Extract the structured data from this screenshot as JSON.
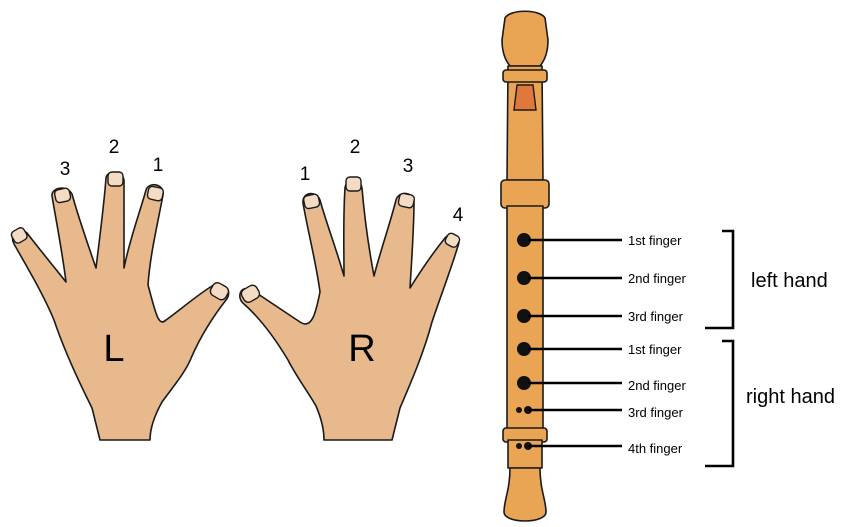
{
  "left_hand": {
    "letter": "L",
    "finger_numbers": [
      "3",
      "2",
      "1"
    ]
  },
  "right_hand": {
    "letter": "R",
    "finger_numbers": [
      "1",
      "2",
      "3",
      "4"
    ]
  },
  "recorder": {
    "hole_labels": [
      "1st finger",
      "2nd finger",
      "3rd finger",
      "1st finger",
      "2nd finger",
      "3rd finger",
      "4th finger"
    ],
    "groups": [
      "left hand",
      "right hand"
    ],
    "colors": {
      "wood": "#eaa554",
      "window": "#e0783c",
      "skin": "#e8b98c",
      "nail": "#f4dcc4"
    }
  }
}
